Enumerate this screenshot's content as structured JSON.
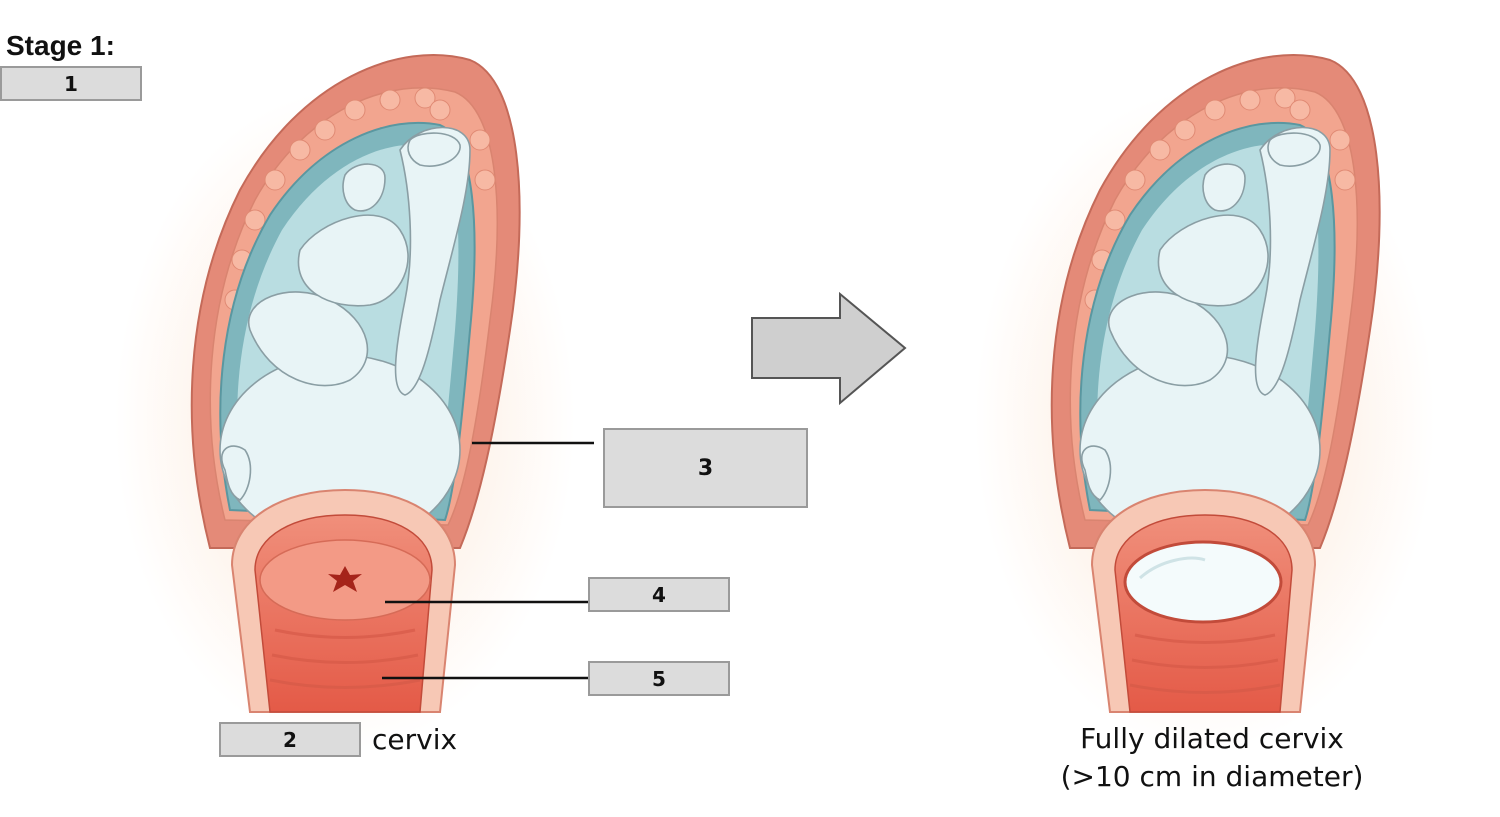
{
  "title": "Stage 1:",
  "labels": {
    "l1": "1",
    "l2": "2",
    "l3": "3",
    "l4": "4",
    "l5": "5"
  },
  "captions": {
    "cervix": "cervix",
    "dilated_line1": "Fully dilated cervix",
    "dilated_line2": "(>10 cm in diameter)"
  },
  "colors": {
    "uterine_wall": "#e48a78",
    "muscle": "#f2a58f",
    "amniotic_fluid": "#7fb6bd",
    "fetus": "#e8f4f6",
    "cervix_tissue": "#e8604d",
    "glow": "#fde3cf",
    "box_fill": "#dcdcdc",
    "arrow_fill": "#cfcfcf"
  }
}
